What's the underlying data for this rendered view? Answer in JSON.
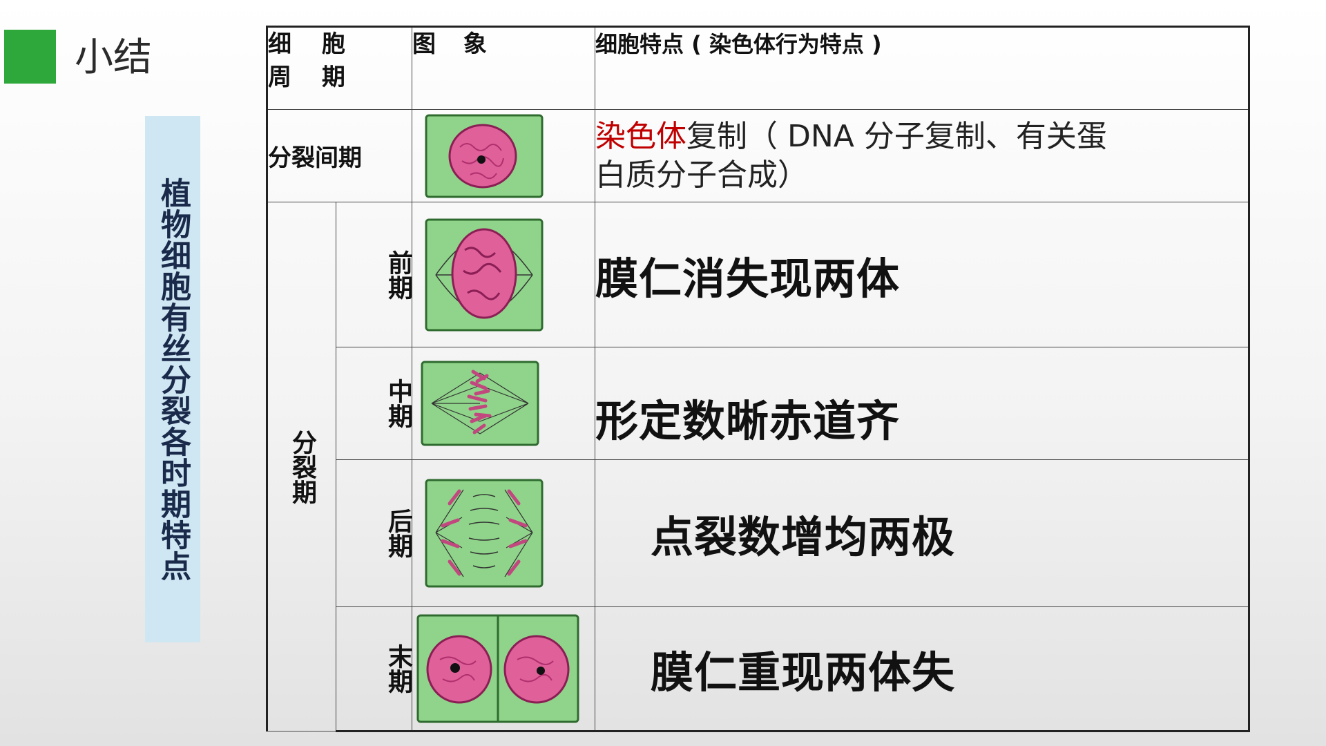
{
  "title": "小结",
  "side_label": "植物细胞有丝分裂各时期特点",
  "table": {
    "headers": {
      "cell_cycle": "细 胞\n周 期",
      "cell_cycle_line1": "细 胞",
      "cell_cycle_line2": "周 期",
      "image": "图 象",
      "features": "细胞特点 ( 染色体行为特点 )"
    },
    "interphase": {
      "label": "分裂间期",
      "feature_highlight": "染色体",
      "feature_rest_line1": "复制（ DNA 分子复制、有关蛋",
      "feature_line2": "白质分子合成）"
    },
    "division_label": "分裂期",
    "stages": [
      {
        "label": "前期",
        "feature": "膜仁消失现两体"
      },
      {
        "label": "中期",
        "feature": "形定数晰赤道齐"
      },
      {
        "label": "后期",
        "feature": "点裂数增均两极"
      },
      {
        "label": "末期",
        "feature": "膜仁重现两体失"
      }
    ]
  },
  "colors": {
    "accent_green": "#2ea83a",
    "cell_green": "#8fd48a",
    "nucleus_pink": "#e0609a",
    "highlight_red": "#c00000",
    "side_label_bg": "#cfe6f3"
  },
  "icons": [
    "interphase-cell-image",
    "prophase-cell-image",
    "metaphase-cell-image",
    "anaphase-cell-image",
    "telophase-cell-image"
  ]
}
